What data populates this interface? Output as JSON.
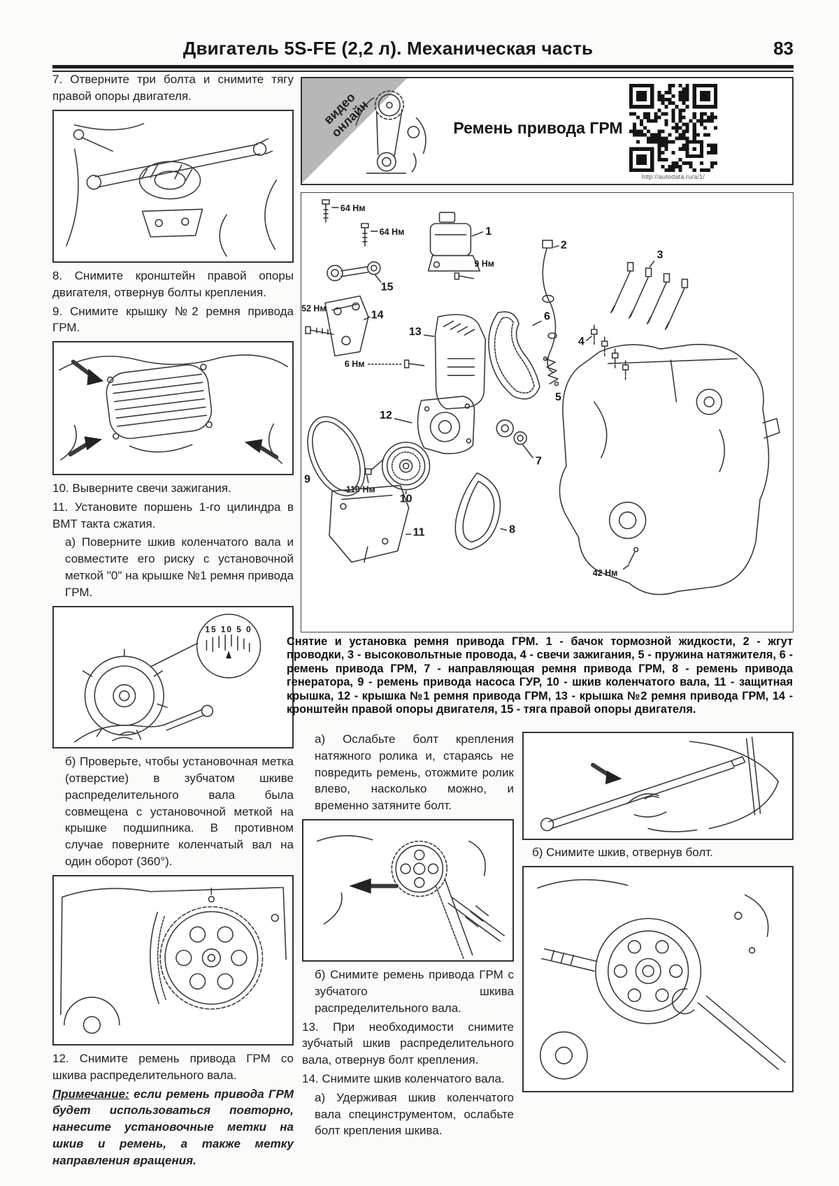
{
  "page": {
    "header_title": "Двигатель 5S-FE (2,2 л). Механическая часть",
    "page_number": "83"
  },
  "banner": {
    "ribbon_line1": "видео",
    "ribbon_line2": "онлайн",
    "title": "Ремень привода ГРМ",
    "qr_caption": "http://autodata.ru/a/1/"
  },
  "left": {
    "step7": "7. Отверните три болта и снимите тягу правой опоры двигателя.",
    "step8": "8. Снимите кронштейн правой опоры двигателя, отвернув болты крепления.",
    "step9": "9. Снимите крышку №2 ремня привода ГРМ.",
    "step10": "10. Выверните свечи зажигания.",
    "step11": "11. Установите поршень 1-го цилиндра в ВМТ такта сжатия.",
    "step11a": "а) Поверните шкив коленчатого вала и совместите его риску с установочной меткой \"0\" на крышке №1 ремня привода ГРМ.",
    "step11b": "б) Проверьте, чтобы установочная метка (отверстие) в зубчатом шкиве распределительного вала была совмещена с установочной меткой на крышке подшипника. В противном случае поверните коленчатый вал на один оборот (360°).",
    "step12": "12. Снимите ремень привода ГРМ со шкива распределительного вала.",
    "note_label": "Примечание:",
    "note_text": " если ремень привода ГРМ будет использоваться повторно, нанесите установочные метки на шкив и ремень, а также метку направления вращения.",
    "timing_marks": "15 10 5 0"
  },
  "diagram": {
    "labels": {
      "t64a": "64 Нм",
      "t64b": "64 Нм",
      "t9": "9 Нм",
      "t52": "52 Нм",
      "t6": "6 Нм",
      "t110": "110 Нм",
      "t42": "42 Нм",
      "n1": "1",
      "n2": "2",
      "n3": "3",
      "n4": "4",
      "n5": "5",
      "n6": "6",
      "n7": "7",
      "n8": "8",
      "n9": "9",
      "n10": "10",
      "n11": "11",
      "n12": "12",
      "n13": "13",
      "n14": "14",
      "n15": "15"
    },
    "caption": "Снятие и установка ремня привода ГРМ. 1 - бачок тормозной жидкости, 2 - жгут проводки, 3 - высоковольтные провода, 4 - свечи зажигания, 5 - пружина натяжителя, 6 - ремень привода ГРМ, 7 - направляющая ремня привода ГРМ, 8 - ремень привода генератора, 9 - ремень привода насоса ГУР, 10 - шкив коленчатого вала, 11 - защитная крышка, 12 - крышка №1 ремня привода ГРМ, 13 - крышка №2 ремня привода ГРМ, 14 - кронштейн правой опоры двигателя, 15 - тяга правой опоры двигателя."
  },
  "mid": {
    "step_a": "а) Ослабьте болт крепления натяжного ролика и, стараясь не повредить ремень, отожмите ролик влево, насколько можно, и временно затяните болт.",
    "step_b": "б) Снимите ремень привода ГРМ с зубчатого шкива распределительного вала.",
    "step13": "13. При необходимости снимите зубчатый шкив распределительного вала, отвернув болт крепления.",
    "step14": "14. Снимите шкив коленчатого вала.",
    "step14a": "а) Удерживая шкив коленчатого вала специнструментом, ослабьте болт крепления шкива."
  },
  "right": {
    "caption_b": "б) Снимите шкив, отвернув болт."
  }
}
